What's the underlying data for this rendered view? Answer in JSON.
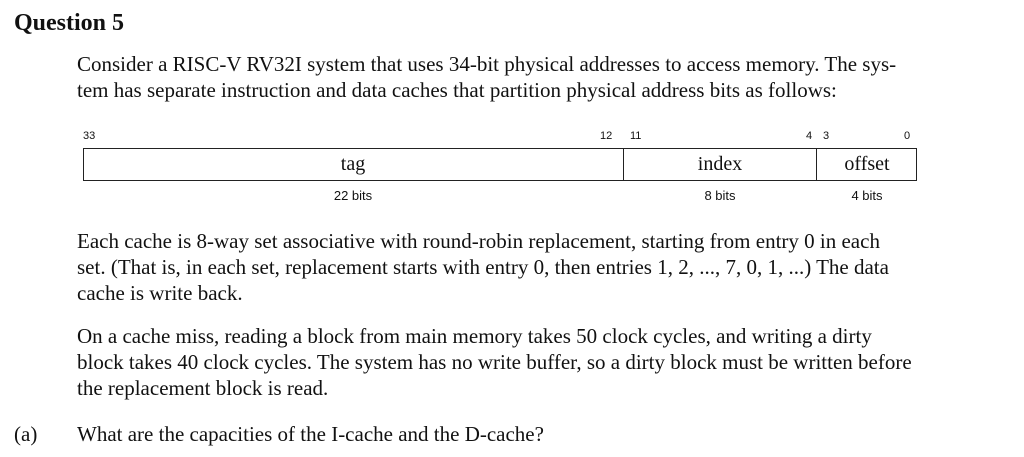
{
  "question": {
    "title": "Question 5",
    "intro_lines": [
      "Consider a RISC-V RV32I system that uses 34-bit physical addresses to access memory. The sys-",
      "tem has separate instruction and data caches that partition physical address bits as follows:"
    ],
    "associativity_lines": [
      "Each cache is 8-way set associative with round-robin replacement, starting from entry 0 in each",
      "set. (That is, in each set, replacement starts with entry 0, then entries 1, 2, ..., 7, 0, 1, ...) The data",
      "cache is write back."
    ],
    "miss_lines": [
      "On a cache miss, reading a block from main memory takes 50 clock cycles, and writing a dirty",
      "block takes 40 clock cycles. The system has no write buffer, so a dirty block must be written before",
      "the replacement block is read."
    ]
  },
  "address_layout": {
    "bit_numbers": [
      "33",
      "12",
      "11",
      "4",
      "3",
      "0"
    ],
    "fields": [
      {
        "name": "tag",
        "size": "22 bits"
      },
      {
        "name": "index",
        "size": "8 bits"
      },
      {
        "name": "offset",
        "size": "4 bits"
      }
    ]
  },
  "part_a": {
    "label": "(a)",
    "text": "What are the capacities of the I-cache and the D-cache?"
  }
}
